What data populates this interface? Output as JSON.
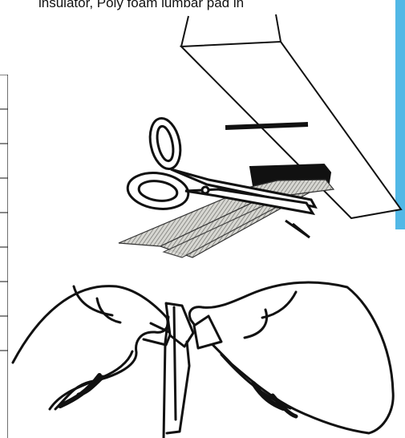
{
  "page": {
    "top_text": "insulator, Poly foam lumbar pad in"
  },
  "colors": {
    "accent_bar": "#52b8e6",
    "line": "#111111",
    "velcro": "#8a8a86"
  },
  "icons": {
    "scissors": "scissors-illustration",
    "velcro": "velcro-strips-illustration",
    "hands": "hands-peeling-illustration",
    "chair_back": "chair-back-illustration"
  }
}
